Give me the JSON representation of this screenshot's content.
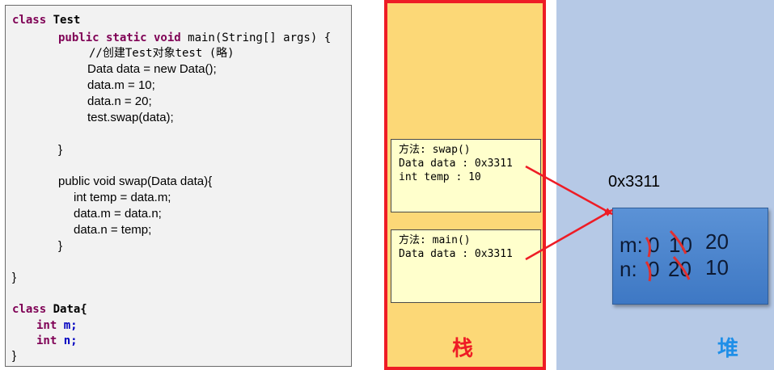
{
  "code": {
    "line1_kw": "class",
    "line1_name": "Test",
    "line2_kw": "public static void",
    "line2_rest": " main(String[] args) {",
    "line3": "//创建Test对象test (略)",
    "line4": "Data data = new Data();",
    "line5": "data.m = 10;",
    "line6": "data.n = 20;",
    "line7": "test.swap(data);",
    "line8": "}",
    "line9": "public void swap(Data data){",
    "line10": "int temp = data.m;",
    "line11": "data.m = data.n;",
    "line12": "data.n = temp;",
    "line13": "}",
    "line14": "}",
    "line15_kw": "class",
    "line15_name": "Data{",
    "line16_kw": "int",
    "line16_name": "m;",
    "line17_kw": "int",
    "line17_name": "n;",
    "line18": "}"
  },
  "stack": {
    "label": "栈",
    "swap_frame": {
      "title": "方法: swap()",
      "line1": "Data data : 0x3311",
      "line2": "int temp : 10"
    },
    "main_frame": {
      "title": "方法: main()",
      "line1": "Data data : 0x3311"
    }
  },
  "heap": {
    "label": "堆",
    "address": "0x3311",
    "m_name": "m:",
    "m_old1": "0",
    "m_old2": "10",
    "m_current": "20",
    "n_name": "n:",
    "n_old1": "0",
    "n_old2": "20",
    "n_current": "10"
  },
  "colors": {
    "stack_bg": "#fcd877",
    "stack_border": "#ee1c25",
    "heap_bg": "#b6c9e6",
    "object_fill": "#4a85cf",
    "frame_bg": "#ffffcc",
    "arrow": "#ee1c25",
    "keyword": "#7f0055",
    "field": "#0000c0"
  }
}
